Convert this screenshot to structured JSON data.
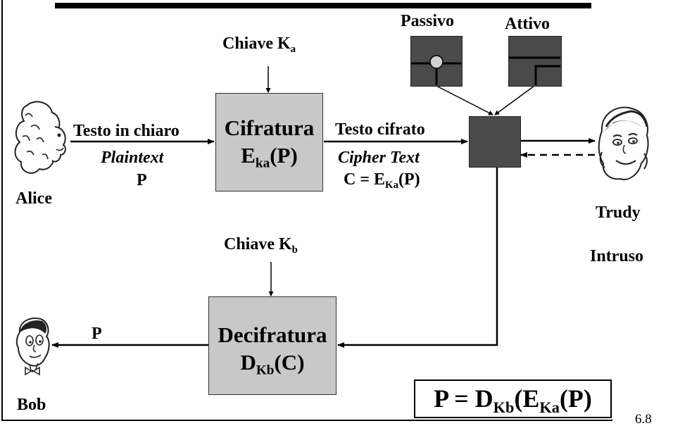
{
  "diagram": {
    "key_a": {
      "label": "Chiave K",
      "sub": "a"
    },
    "key_b": {
      "label": "Chiave K",
      "sub": "b"
    },
    "encrypt": {
      "title": "Cifratura",
      "formula_main": "E",
      "formula_sub": "ka",
      "formula_arg": "(P)"
    },
    "decrypt": {
      "title": "Decifratura",
      "formula_main": "D",
      "formula_sub": "Kb",
      "formula_arg": "(C)"
    },
    "plaintext": {
      "it": "Testo in chiaro",
      "en": "Plaintext",
      "symbol": "P"
    },
    "ciphertext": {
      "it": "Testo cifrato",
      "en": "Cipher Text",
      "eq_left": "C = E",
      "eq_sub": "Ka",
      "eq_right": "(P)"
    },
    "attacks": {
      "passive": "Passivo",
      "active": "Attivo"
    },
    "actors": {
      "alice": "Alice",
      "bob": "Bob",
      "trudy": "Trudy",
      "intruder": "Intruso"
    },
    "bob_input": "P",
    "formula": {
      "p": "P = D",
      "sub1": "Kb",
      "mid": "(E",
      "sub2": "Ka",
      "end": "(P)"
    },
    "page_number": "6.8"
  }
}
